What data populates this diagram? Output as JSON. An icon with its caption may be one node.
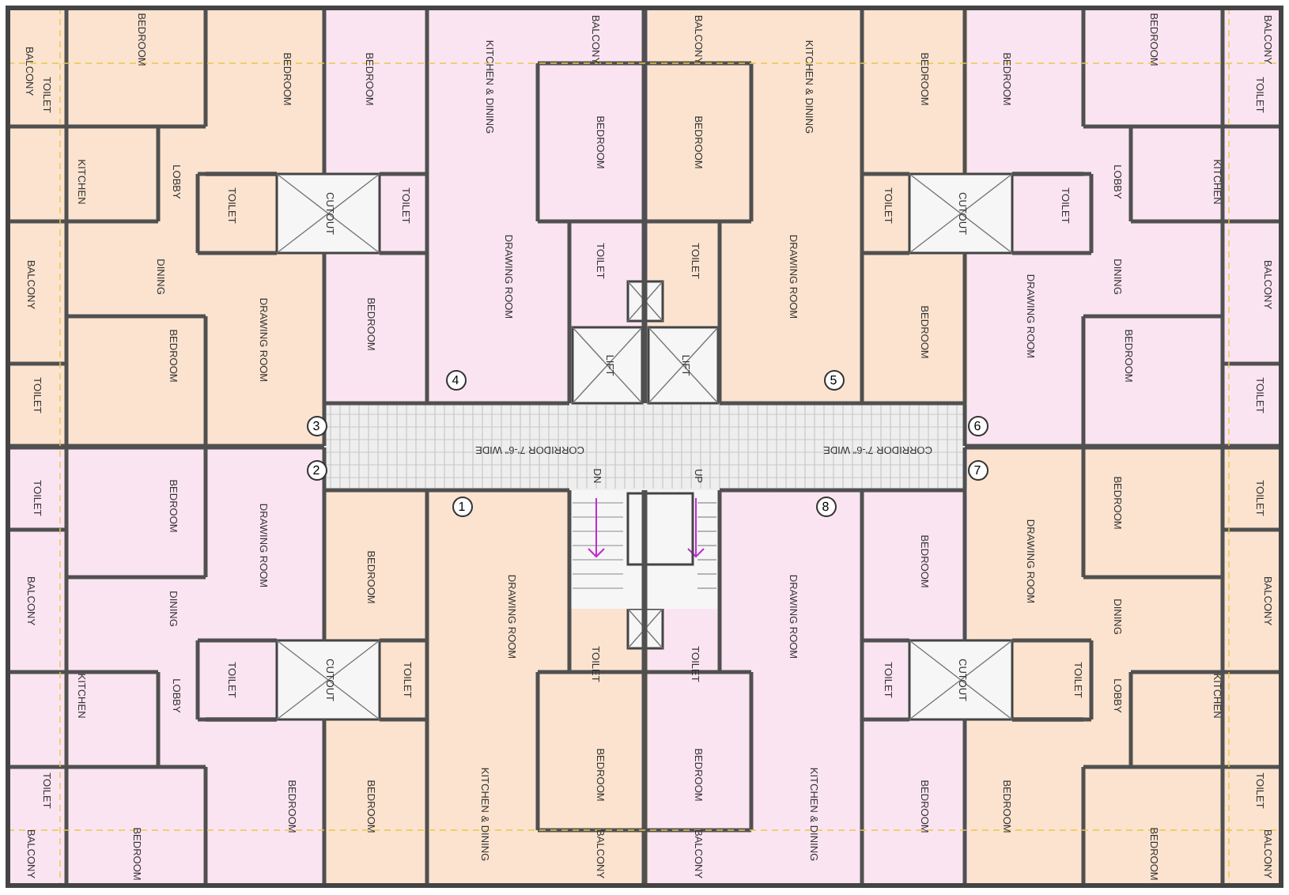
{
  "diagram": {
    "nodes": [
      {
        "text": [
          "4"
        ]
      },
      {
        "text": [
          "5"
        ]
      },
      {
        "text": [
          "3"
        ]
      },
      {
        "text": [
          "6"
        ]
      },
      {
        "text": [
          "2"
        ]
      },
      {
        "text": [
          "7"
        ]
      },
      {
        "text": [
          "1"
        ]
      },
      {
        "text": [
          "8"
        ]
      }
    ],
    "labels": [
      "BALCONY",
      "BEDROOM",
      "BEDROOM",
      "BEDROOM",
      "KITCHEN & DINING",
      "BALCONY",
      "BEDROOM",
      "BALCONY",
      "BEDROOM",
      "KITCHEN & DINING",
      "BEDROOM",
      "BEDROOM",
      "BEDROOM",
      "BALCONY",
      "TOILET",
      "TOILET",
      "KITCHEN",
      "LOBBY",
      "TOILET",
      "CUTOUT",
      "TOILET",
      "TOILET",
      "CUTOUT",
      "TOILET",
      "LOBBY",
      "KITCHEN",
      "TOILET",
      "TOILET",
      "BALCONY",
      "DINING",
      "DRAWING ROOM",
      "DRAWING ROOM",
      "DINING",
      "BALCONY",
      "DRAWING ROOM",
      "BEDROOM",
      "BEDROOM",
      "DRAWING ROOM",
      "BEDROOM",
      "BEDROOM",
      "LIFT",
      "LIFT",
      "TOILET",
      "TOILET",
      "CORRIDOR 7'-6\" WIDE",
      "CORRIDOR 7'-6\" WIDE",
      "DN",
      "UP",
      "TOILET",
      "BEDROOM",
      "BEDROOM",
      "TOILET",
      "DRAWING ROOM",
      "BEDROOM",
      "BEDROOM",
      "DRAWING ROOM",
      "BALCONY",
      "DINING",
      "DRAWING ROOM",
      "DRAWING ROOM",
      "DINING",
      "BALCONY",
      "TOILET",
      "TOILET",
      "KITCHEN",
      "LOBBY",
      "TOILET",
      "CUTOUT",
      "TOILET",
      "TOILET",
      "CUTOUT",
      "TOILET",
      "LOBBY",
      "KITCHEN",
      "BEDROOM",
      "BEDROOM",
      "TOILET",
      "TOILET",
      "BEDROOM",
      "BEDROOM",
      "KITCHEN & DINING",
      "KITCHEN & DINING",
      "BEDROOM",
      "BEDROOM",
      "BALCONY",
      "BEDROOM",
      "BALCONY",
      "BALCONY",
      "BEDROOM",
      "BALCONY"
    ]
  }
}
